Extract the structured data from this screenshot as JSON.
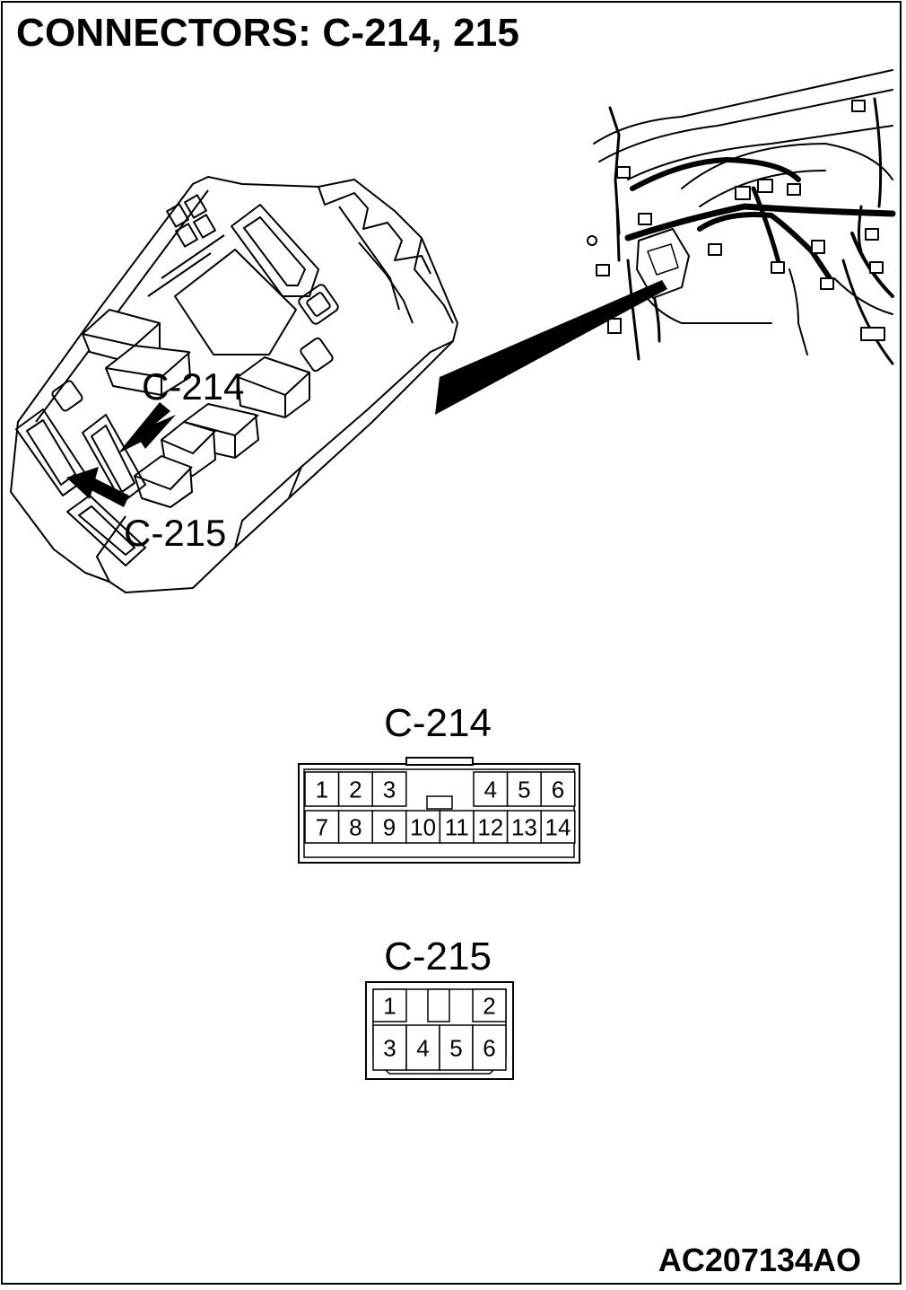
{
  "title": "CONNECTORS: C-214, 215",
  "figure_code": "AC207134AO",
  "callouts": {
    "c214": "C-214",
    "c215": "C-215"
  },
  "connector_c214": {
    "label": "C-214",
    "top_row": [
      "1",
      "2",
      "3",
      "4",
      "5",
      "6"
    ],
    "bottom_row": [
      "7",
      "8",
      "9",
      "10",
      "11",
      "12",
      "13",
      "14"
    ]
  },
  "connector_c215": {
    "label": "C-215",
    "top_row": [
      "1",
      "2"
    ],
    "bottom_row": [
      "3",
      "4",
      "5",
      "6"
    ]
  }
}
